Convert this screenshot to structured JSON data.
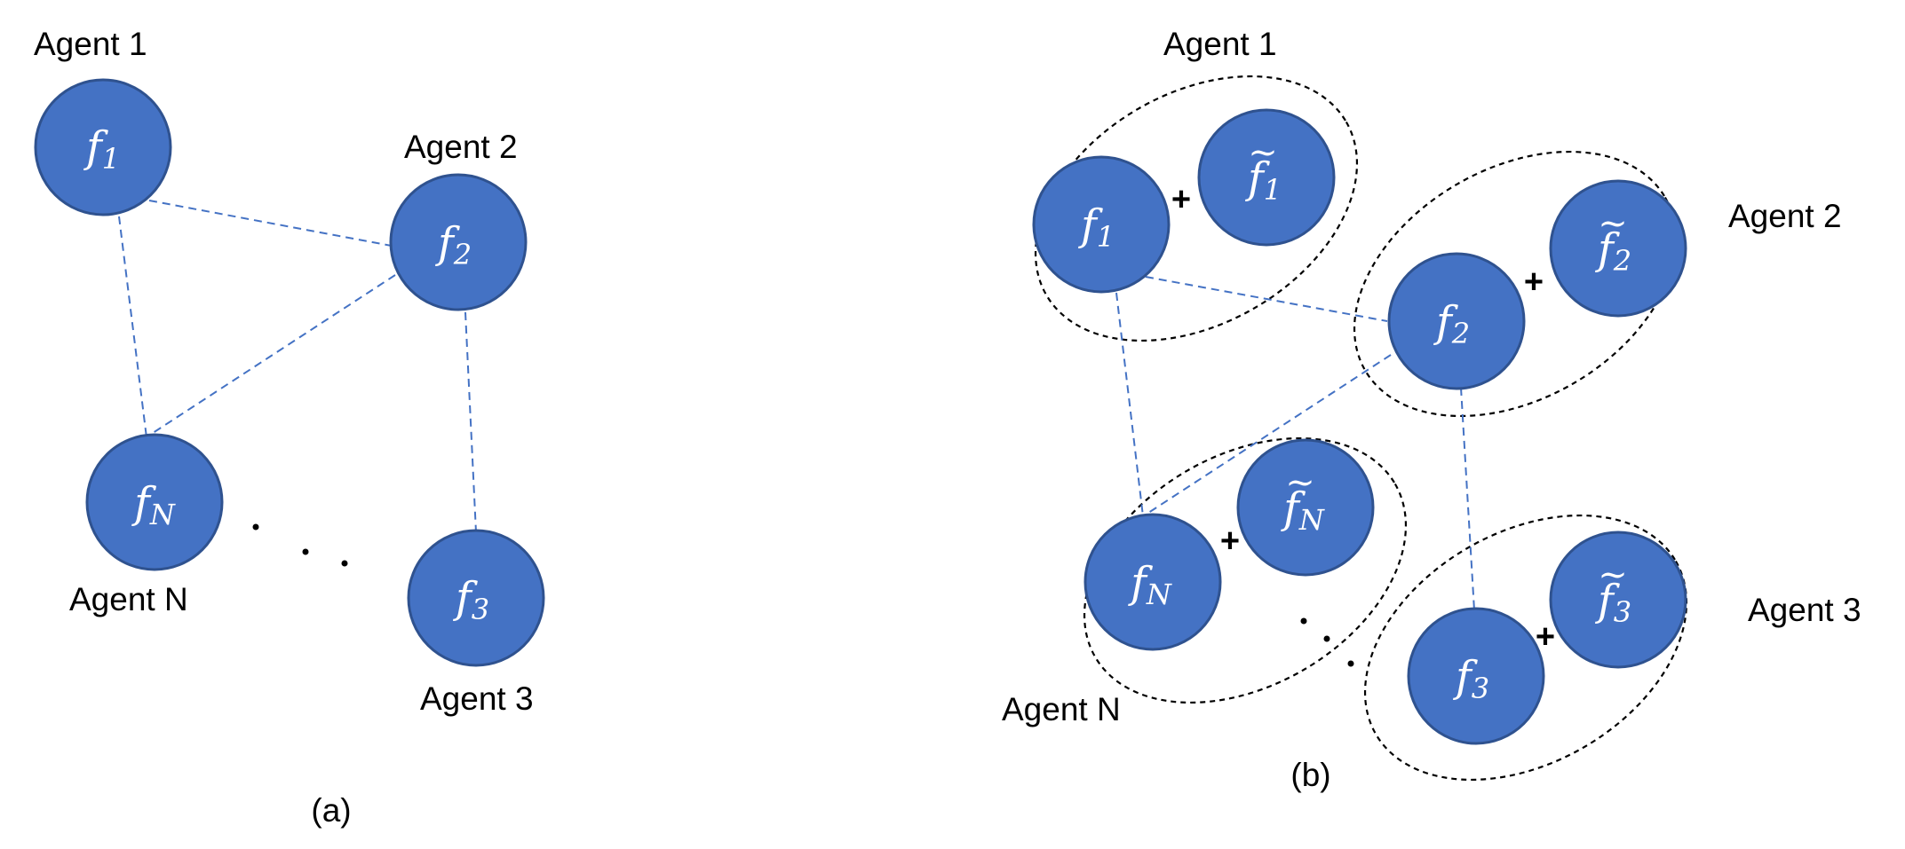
{
  "panel_a": {
    "caption": "(a)",
    "agents": [
      {
        "label": "Agent 1",
        "symbol": "f",
        "subscript": "1"
      },
      {
        "label": "Agent 2",
        "symbol": "f",
        "subscript": "2"
      },
      {
        "label": "Agent 3",
        "symbol": "f",
        "subscript": "3"
      },
      {
        "label": "Agent N",
        "symbol": "f",
        "subscript": "N"
      }
    ]
  },
  "panel_b": {
    "caption": "(b)",
    "plus": "+",
    "tilde": "~",
    "agents": [
      {
        "label": "Agent 1",
        "symbol": "f",
        "subscript": "1"
      },
      {
        "label": "Agent 2",
        "symbol": "f",
        "subscript": "2"
      },
      {
        "label": "Agent 3",
        "symbol": "f",
        "subscript": "3"
      },
      {
        "label": "Agent N",
        "symbol": "f",
        "subscript": "N"
      }
    ]
  },
  "colors": {
    "node_fill": "#4472C4",
    "node_stroke": "#2F528F",
    "edge": "#4472C4",
    "group_outline": "#000000"
  }
}
